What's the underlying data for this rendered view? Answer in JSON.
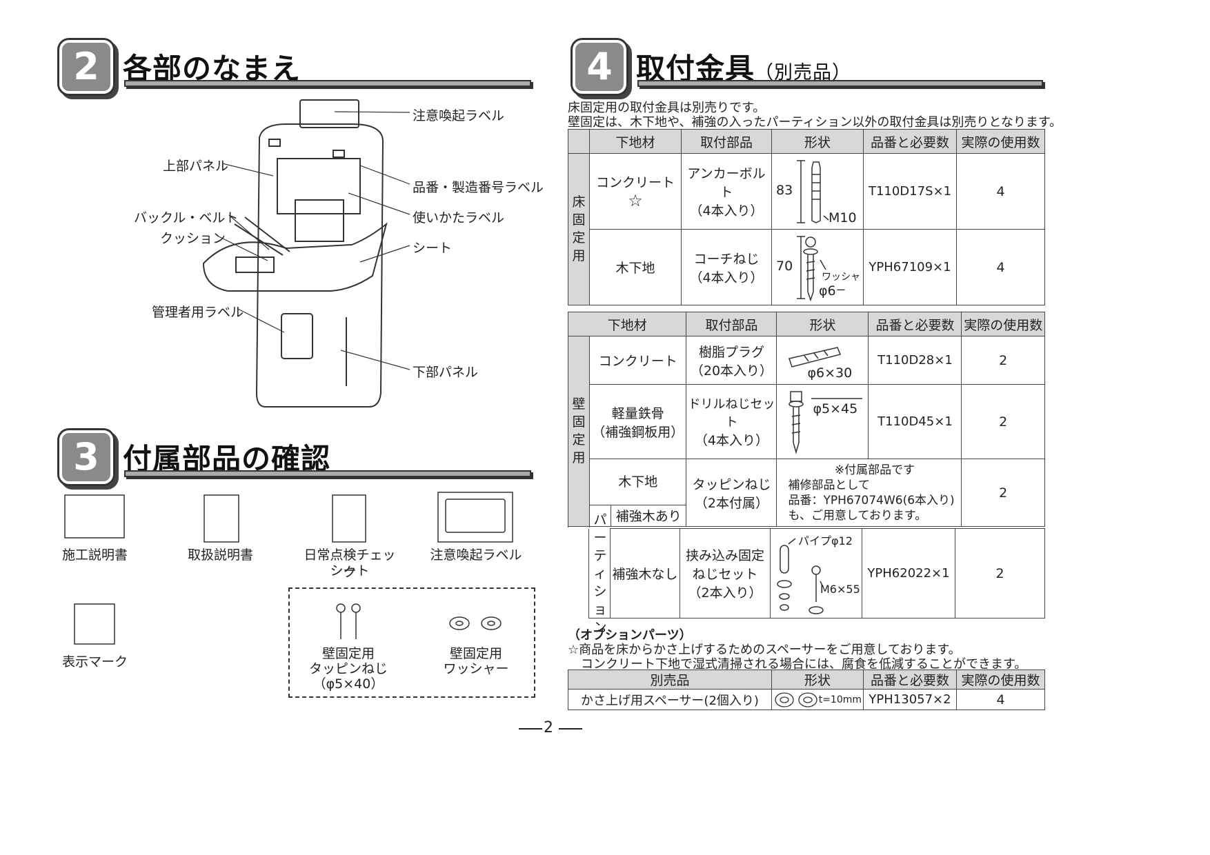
{
  "sec2": {
    "num": "2",
    "title": "各部のなまえ",
    "labels": {
      "caution_label": "注意喚起ラベル",
      "upper_panel": "上部パネル",
      "model_label": "品番・製造番号ラベル",
      "usage_label": "使いかたラベル",
      "buckle_belt": "バックル・ベルト",
      "cushion": "クッション",
      "seat": "シート",
      "admin_label": "管理者用ラベル",
      "lower_panel": "下部パネル"
    }
  },
  "sec3": {
    "num": "3",
    "title": "付属部品の確認",
    "items": {
      "install_manual": "施工説明書",
      "user_manual": "取扱説明書",
      "check_sheet_1": "日常点検チェック",
      "check_sheet_2": "シート",
      "caution_label": "注意喚起ラベル",
      "display_mark": "表示マーク",
      "screw_1": "壁固定用",
      "screw_2": "タッピンねじ",
      "screw_3": "（φ5×40）",
      "washer_1": "壁固定用",
      "washer_2": "ワッシャー"
    }
  },
  "sec4": {
    "num": "4",
    "title": "取付金具",
    "title_sub": "（別売品）",
    "note1": "床固定用の取付金具は別売りです。",
    "note2": "壁固定は、木下地や、補強の入ったパーティション以外の取付金具は別売りとなります。",
    "headers": {
      "base": "下地材",
      "part": "取付部品",
      "shape": "形状",
      "code": "品番と必要数",
      "used": "実際の使用数"
    },
    "floor": {
      "side": "床固定用",
      "r1": {
        "base": "コンクリート",
        "star": "☆",
        "part1": "アンカーボルト",
        "part2": "（4本入り）",
        "dim": "83",
        "size": "M10",
        "code": "T110D17S×1",
        "used": "4"
      },
      "r2": {
        "base": "木下地",
        "part1": "コーチねじ",
        "part2": "（4本入り）",
        "dim": "70",
        "washer": "ワッシャー",
        "size": "φ6",
        "code": "YPH67109×1",
        "used": "4"
      }
    },
    "wall": {
      "side": "壁固定用",
      "r1": {
        "base": "コンクリート",
        "part1": "樹脂プラグ",
        "part2": "（20本入り）",
        "size": "φ6×30",
        "code": "T110D28×1",
        "used": "2"
      },
      "r2": {
        "base1": "軽量鉄骨",
        "base2": "（補強鋼板用）",
        "part1": "ドリルねじセット",
        "part2": "（4本入り）",
        "size": "φ5×45",
        "code": "T110D45×1",
        "used": "2"
      },
      "r3": {
        "base": "木下地",
        "part1": "タッピンねじ",
        "part2": "（2本付属）",
        "n1": "※付属部品です",
        "n2": "補修部品として",
        "n3": "品番：YPH67074W6(6本入り)",
        "n4": "も、ご用意しております。",
        "used": "2"
      },
      "partition": "パーティション",
      "r4": {
        "base": "補強木あり"
      },
      "r5": {
        "base": "補強木なし",
        "part1": "挟み込み固定",
        "part2": "ねじセット",
        "part3": "（2本入り）",
        "pipe": "パイプφ12",
        "size": "M6×55",
        "code": "YPH62022×1",
        "used": "2"
      }
    }
  },
  "option": {
    "title": "（オプションパーツ）",
    "note1": "☆商品を床からかさ上げするためのスペーサーをご用意しております。",
    "note2": "コンクリート下地で湿式清掃される場合には、腐食を低減することができます。",
    "headers": {
      "item": "別売品",
      "shape": "形状",
      "code": "品番と必要数",
      "used": "実際の使用数"
    },
    "row": {
      "item": "かさ上げ用スペーサー(2個入り)",
      "thick": "t=10mm",
      "code": "YPH13057×2",
      "used": "4"
    }
  },
  "page": "2"
}
